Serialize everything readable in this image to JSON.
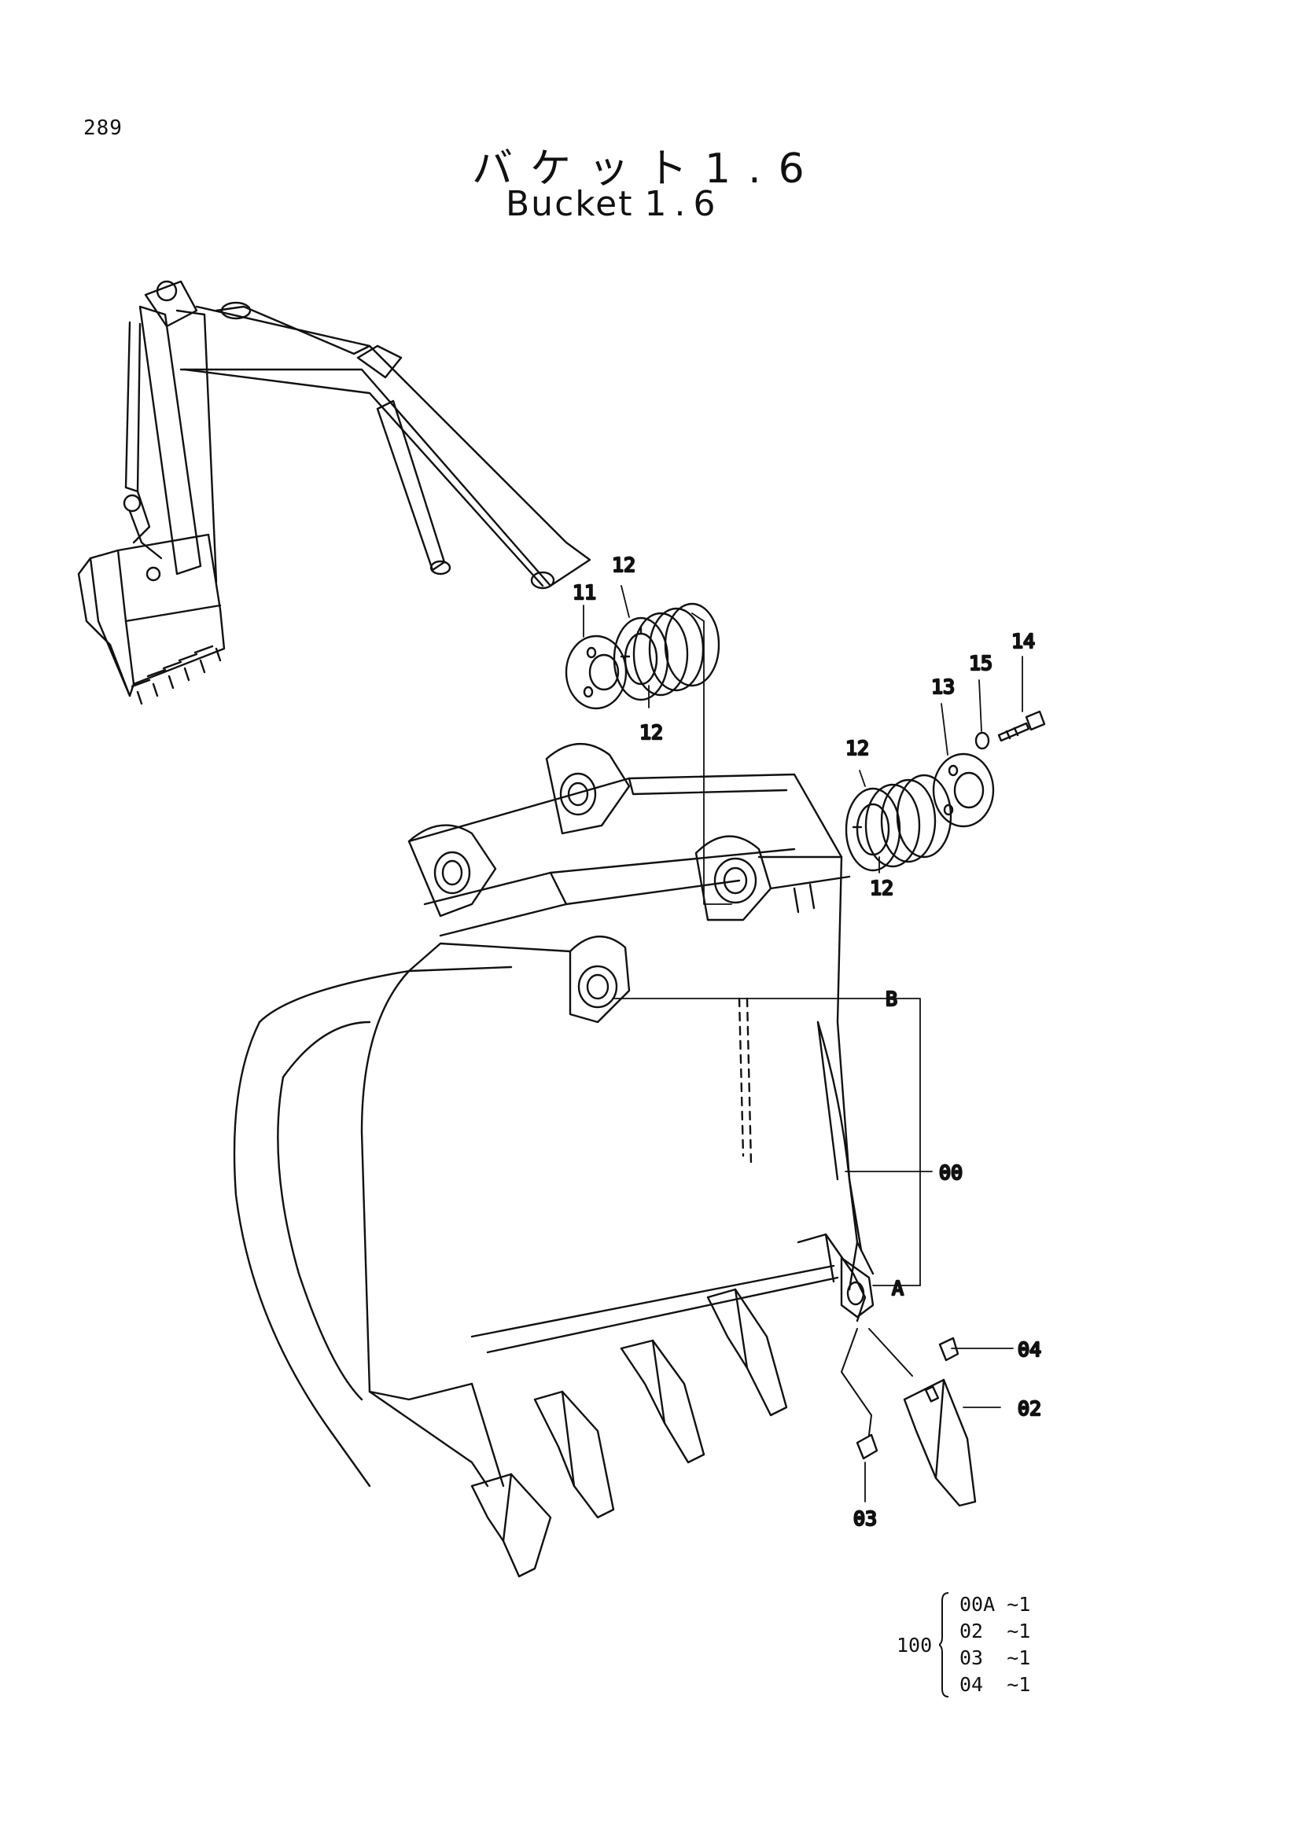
{
  "page_number": "289",
  "title": {
    "japanese": "バケット",
    "japanese_suffix": "1.6",
    "english": "Bucket",
    "english_suffix": "1.6"
  },
  "callouts": {
    "c00": "00",
    "c02": "02",
    "c03": "03",
    "c04": "04",
    "c11": "11",
    "c12a": "12",
    "c12b": "12",
    "c12c": "12",
    "c12d": "12",
    "c13": "13",
    "c14": "14",
    "c15": "15",
    "refA": "A",
    "refB": "B"
  },
  "assembly_kit": {
    "number": "100",
    "items": [
      {
        "part": "00A",
        "qty": "~1"
      },
      {
        "part": "02",
        "qty": "~1"
      },
      {
        "part": "03",
        "qty": "~1"
      },
      {
        "part": "04",
        "qty": "~1"
      }
    ]
  }
}
